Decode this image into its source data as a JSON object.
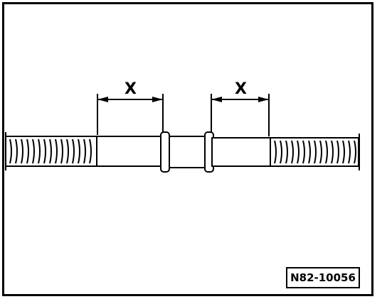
{
  "figure": {
    "dimension_left": "X",
    "dimension_right": "X",
    "reference_code": "N82-10056"
  }
}
